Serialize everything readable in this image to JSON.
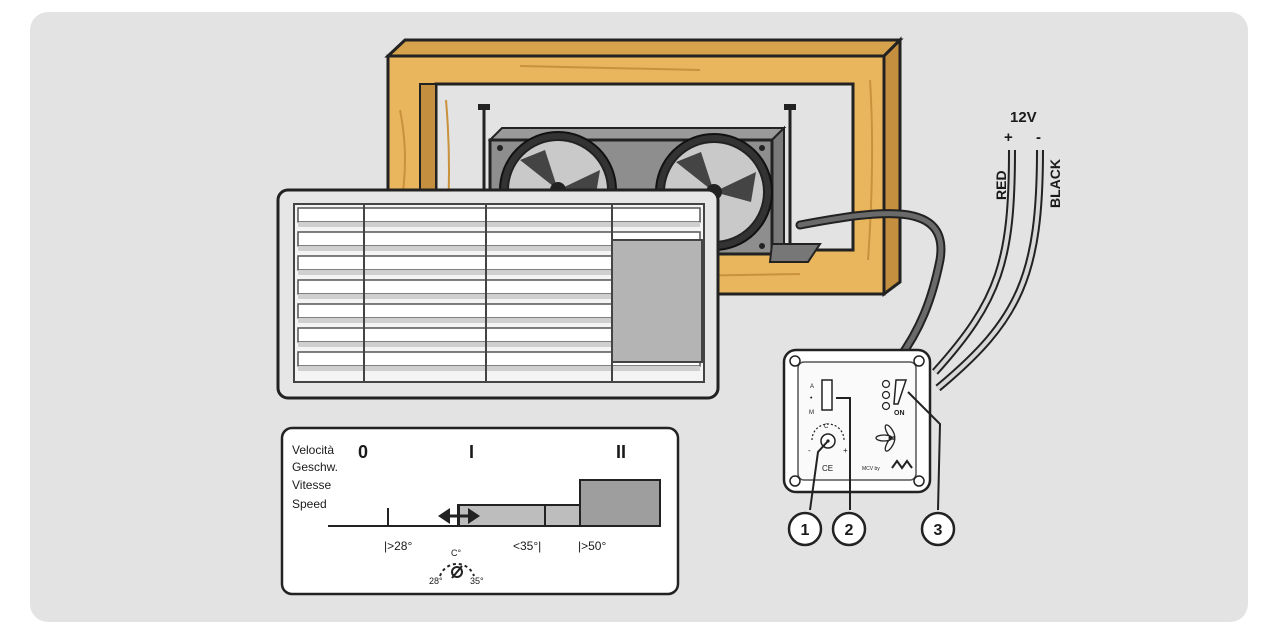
{
  "panel_bg": "#e3e3e3",
  "wood_color": "#e9b65e",
  "power": {
    "voltage": "12V",
    "plus": "+",
    "minus": "-",
    "red_label": "RED",
    "black_label": "BLACK"
  },
  "callouts": [
    "1",
    "2",
    "3"
  ],
  "control_panel": {
    "mark_a": "A",
    "mark_dot": "•",
    "mark_m": "M",
    "knob_c": "C",
    "knob_minus": "-",
    "knob_plus": "+",
    "on_label": "ON",
    "ce_mark": "CE",
    "brand": "MCV  by"
  },
  "speed_chart": {
    "labels": [
      "Velocità",
      "Geschw.",
      "Vitesse",
      "Speed"
    ],
    "levels": [
      "0",
      "I",
      "II"
    ],
    "thresholds": [
      "|>28°",
      "<35°|",
      "|>50°"
    ],
    "dial_unit": "C°",
    "dial_min": "28°",
    "dial_max": "35°"
  }
}
